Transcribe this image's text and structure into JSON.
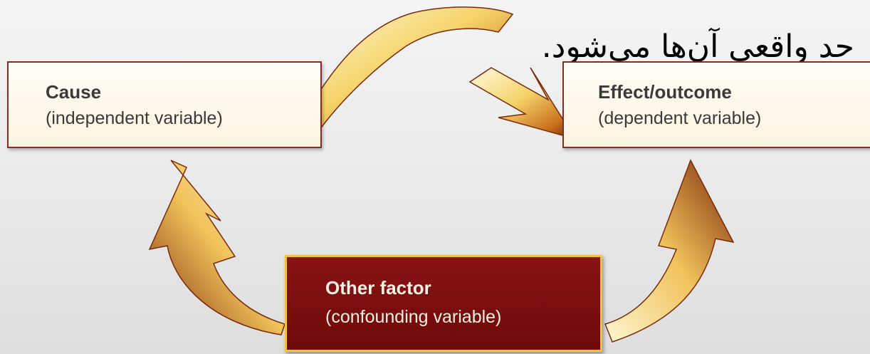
{
  "overlay": {
    "line_top": "",
    "line_bottom": "حد واقعی آن‌ها می‌شود."
  },
  "cause": {
    "title": "Cause",
    "subtitle": "(independent variable)"
  },
  "effect": {
    "title": "Effect/outcome",
    "subtitle": "(dependent variable)"
  },
  "confounder": {
    "title": "Other factor",
    "subtitle": "(confounding variable)"
  },
  "colors": {
    "arrow_light": "#fff3c4",
    "arrow_mid": "#f2c24b",
    "arrow_dark": "#8a2a0a",
    "box_border": "#8b2a22",
    "box_dark_fill": "#7a0e0e",
    "box_dark_border": "#f2c23e"
  },
  "icons": [
    "arrow-cause-to-effect",
    "arrow-confounder-to-cause",
    "arrow-confounder-to-effect"
  ]
}
